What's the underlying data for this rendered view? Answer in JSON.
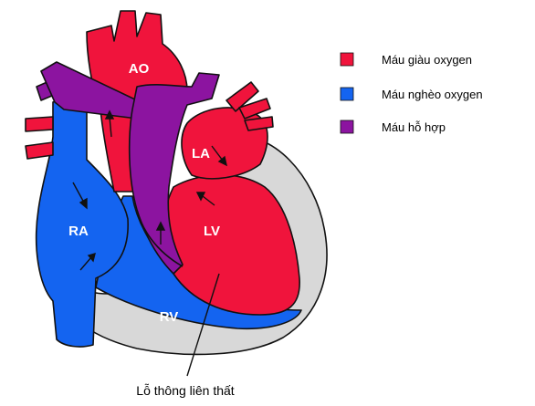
{
  "colors": {
    "oxygenated": "#f0143c",
    "deoxygenated": "#1464f0",
    "mixed": "#8c14a0",
    "pericardium": "#d8d8d8"
  },
  "legend": [
    {
      "label": "Máu giàu oxygen",
      "color": "#f0143c"
    },
    {
      "label": "Máu nghèo oxygen",
      "color": "#1464f0"
    },
    {
      "label": "Máu hỗ hợp",
      "color": "#8c14a0"
    }
  ],
  "chambers": {
    "ao": "AO",
    "la": "LA",
    "ra": "RA",
    "lv": "LV",
    "rv": "RV"
  },
  "caption": "Lỗ thông liên thất"
}
